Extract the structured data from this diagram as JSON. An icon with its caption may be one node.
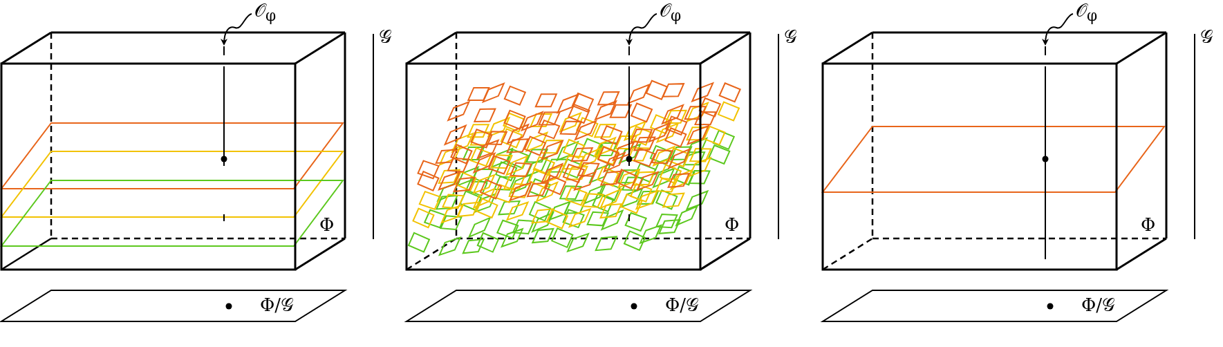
{
  "diagram": {
    "nodes": [
      {
        "text": [
          "𝒪$_{φ}$"
        ]
      },
      {
        "text": [
          "𝒪$_{φ}$"
        ]
      },
      {
        "text": [
          "𝒪$_{φ}$"
        ]
      }
    ],
    "edges": [
      {
        "from": 0,
        "to": null,
        "arrow": "to"
      },
      {
        "from": 1,
        "to": null,
        "arrow": "to"
      },
      {
        "from": 2,
        "to": null,
        "arrow": "to"
      }
    ],
    "labels": [
      "𝒢",
      "Φ",
      "Φ/𝒢",
      "𝒢",
      "Φ",
      "Φ/𝒢",
      "𝒢",
      "Φ",
      "Φ/𝒢"
    ]
  }
}
